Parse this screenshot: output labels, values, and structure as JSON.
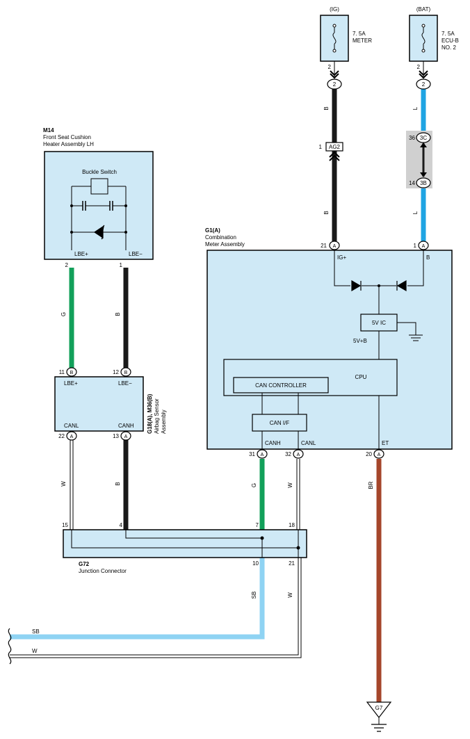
{
  "colors": {
    "box_fill": "#cfe9f6",
    "black": "#1a1a1a",
    "green": "#12a05a",
    "blue": "#1fa4e3",
    "sky": "#8fd3f3",
    "brown": "#a5462b",
    "white_wire": "#ffffff",
    "gray_connector": "#d0d0d0"
  },
  "supplies": {
    "ig": {
      "label": "(IG)",
      "fuse_text": [
        "7. 5A",
        "METER"
      ],
      "pin": "2",
      "conn": "2"
    },
    "bat": {
      "label": "(BAT)",
      "fuse_text": [
        "7. 5A",
        "ECU-B",
        "NO. 2"
      ],
      "pin": "2",
      "conn": "2"
    }
  },
  "m14": {
    "id": "M14",
    "name": [
      "Front Seat Cushion",
      "Heater Assembly LH"
    ],
    "buckle": "Buckle Switch",
    "pin_lbe_plus": "LBE+",
    "pin_lbe_minus": "LBE−",
    "num_plus": "2",
    "num_minus": "1"
  },
  "g18": {
    "id": "G18(A), M36(B)",
    "name": [
      "Airbag Sensor",
      "Assembly"
    ],
    "lbe_plus": "LBE+",
    "lbe_minus": "LBE−",
    "canl": "CANL",
    "canh": "CANH",
    "num11": "11",
    "num12": "12",
    "num22": "22",
    "num13": "13",
    "conn_b": "B",
    "conn_a": "A"
  },
  "g1": {
    "id": "G1(A)",
    "name": [
      "Combination",
      "Meter Assembly"
    ],
    "ig_plus": "IG+",
    "b": "B",
    "five_v_ic": "5V IC",
    "five_v_b": "5V+B",
    "cpu": "CPU",
    "can_controller": "CAN CONTROLLER",
    "can_if": "CAN I/F",
    "canh": "CANH",
    "canl": "CANL",
    "et": "ET",
    "num21": "21",
    "num1": "1",
    "num31": "31",
    "num32": "32",
    "num20": "20",
    "conn_a": "A"
  },
  "ag2": {
    "pin": "1",
    "label": "AG2"
  },
  "junction_3c3b": {
    "num36": "36",
    "c36": "3C",
    "num14": "14",
    "c14": "3B"
  },
  "g72": {
    "id": "G72",
    "name": "Junction Connector",
    "p15": "15",
    "p4": "4",
    "p7": "7",
    "p18": "18",
    "p10": "10",
    "p21": "21"
  },
  "wires": {
    "b": "B",
    "l": "L",
    "g": "G",
    "w": "W",
    "sb": "SB",
    "br": "BR"
  },
  "ground": {
    "label": "G7"
  }
}
